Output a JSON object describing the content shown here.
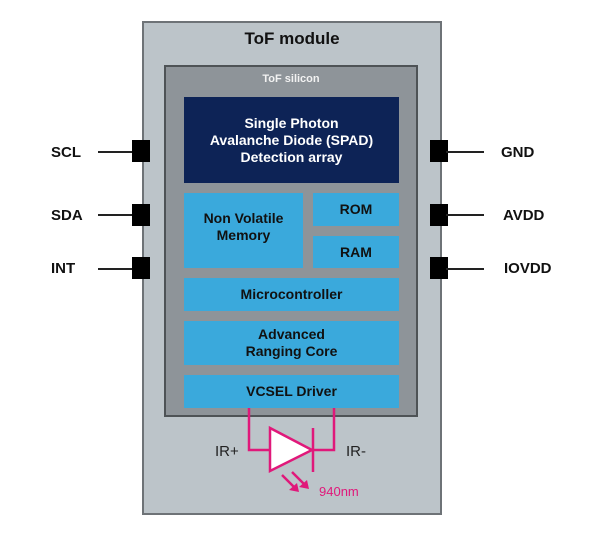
{
  "module": {
    "title": "ToF module",
    "silicon": {
      "title": "ToF silicon",
      "blocks": {
        "spad": "Single Photon\nAvalanche Diode (SPAD)\nDetection array",
        "nvm": "Non Volatile\nMemory",
        "rom": "ROM",
        "ram": "RAM",
        "mcu": "Microcontroller",
        "arc": "Advanced\nRanging Core",
        "vcsel": "VCSEL Driver"
      }
    },
    "pins_left": [
      "SCL",
      "SDA",
      "INT"
    ],
    "pins_right": [
      "GND",
      "AVDD",
      "IOVDD"
    ],
    "emitter": {
      "anode_label": "IR+",
      "cathode_label": "IR-",
      "wavelength": "940nm"
    }
  },
  "colors": {
    "module_bg": "#bcc4c9",
    "silicon_bg": "#8e9499",
    "spad_bg": "#0d2356",
    "block_bg": "#3aa9dc",
    "emitter": "#e0187a"
  }
}
